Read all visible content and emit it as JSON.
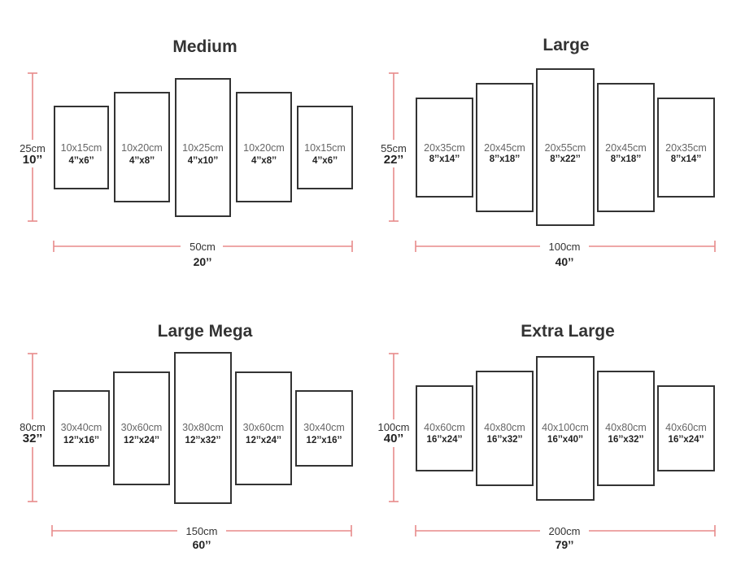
{
  "sections": [
    {
      "title": "Medium",
      "height": {
        "cm": "25cm",
        "inch": "10’’"
      },
      "width": {
        "cm": "50cm",
        "inch": "20’’"
      },
      "panels": [
        {
          "cm": "10x15cm",
          "inch": "4’’x6’’"
        },
        {
          "cm": "10x20cm",
          "inch": "4’’x8’’"
        },
        {
          "cm": "10x25cm",
          "inch": "4’’x10’’"
        },
        {
          "cm": "10x20cm",
          "inch": "4’’x8’’"
        },
        {
          "cm": "10x15cm",
          "inch": "4’’x6’’"
        }
      ]
    },
    {
      "title": "Large",
      "height": {
        "cm": "55cm",
        "inch": "22’’"
      },
      "width": {
        "cm": "100cm",
        "inch": "40’’"
      },
      "panels": [
        {
          "cm": "20x35cm",
          "inch": "8’’x14’’"
        },
        {
          "cm": "20x45cm",
          "inch": "8’’x18’’"
        },
        {
          "cm": "20x55cm",
          "inch": "8’’x22’’"
        },
        {
          "cm": "20x45cm",
          "inch": "8’’x18’’"
        },
        {
          "cm": "20x35cm",
          "inch": "8’’x14’’"
        }
      ]
    },
    {
      "title": "Large Mega",
      "height": {
        "cm": "80cm",
        "inch": "32’’"
      },
      "width": {
        "cm": "150cm",
        "inch": "60’’"
      },
      "panels": [
        {
          "cm": "30x40cm",
          "inch": "12’’x16’’"
        },
        {
          "cm": "30x60cm",
          "inch": "12’’x24’’"
        },
        {
          "cm": "30x80cm",
          "inch": "12’’x32’’"
        },
        {
          "cm": "30x60cm",
          "inch": "12’’x24’’"
        },
        {
          "cm": "30x40cm",
          "inch": "12’’x16’’"
        }
      ]
    },
    {
      "title": "Extra Large",
      "height": {
        "cm": "100cm",
        "inch": "40’’"
      },
      "width": {
        "cm": "200cm",
        "inch": "79’’"
      },
      "panels": [
        {
          "cm": "40x60cm",
          "inch": "16’’x24’’"
        },
        {
          "cm": "40x80cm",
          "inch": "16’’x32’’"
        },
        {
          "cm": "40x100cm",
          "inch": "16’’x40’’"
        },
        {
          "cm": "40x80cm",
          "inch": "16’’x32’’"
        },
        {
          "cm": "40x60cm",
          "inch": "16’’x24’’"
        }
      ]
    }
  ],
  "colors": {
    "dimension_line": "#e88a8a",
    "panel_border": "#333333",
    "title_text": "#333333"
  }
}
